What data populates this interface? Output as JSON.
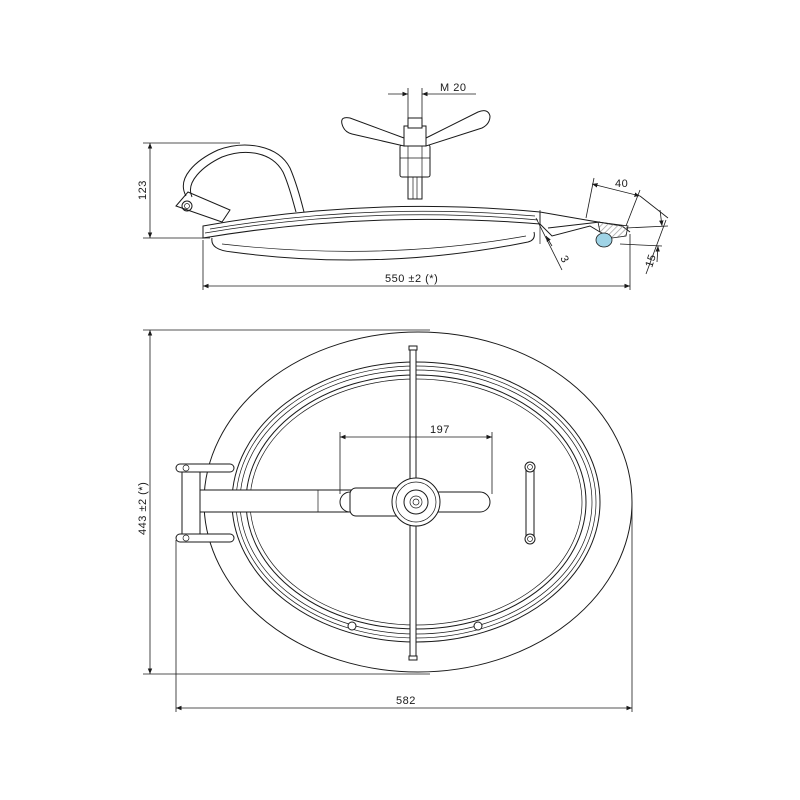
{
  "colors": {
    "line": "#1a1a1a",
    "seal": "#9fd3e6",
    "hatch": "#b0b0b0",
    "background": "#ffffff"
  },
  "side_view": {
    "thread_label": "M 20",
    "height_label": "123",
    "width_label": "550 ±2 (*)",
    "rim_width_label": "40",
    "thickness_label": "3",
    "rim_height_label": "15"
  },
  "top_view": {
    "height_label": "443 ±2 (*)",
    "width_label": "582",
    "handle_span_label": "197"
  }
}
